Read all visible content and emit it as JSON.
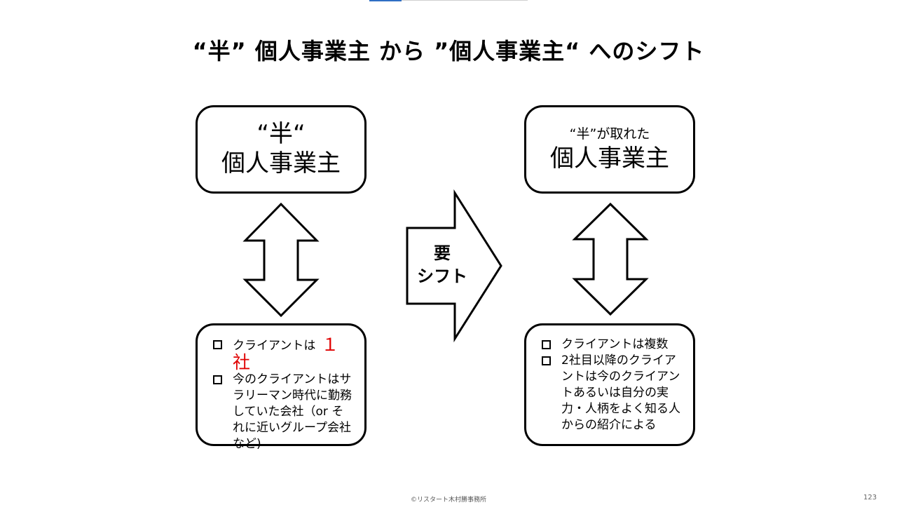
{
  "title": "“半” 個人事業主 から ”個人事業主“ へのシフト",
  "left_top": {
    "line1": "“半“",
    "line2": "個人事業主"
  },
  "right_top": {
    "line1": "“半”が取れた",
    "line2": "個人事業主"
  },
  "left_bottom": {
    "items": [
      {
        "text": "クライアントは",
        "highlight": "１社"
      },
      {
        "text": "今のクライアントはサラリーマン時代に勤務していた会社（or それに近いグループ会社など)"
      }
    ]
  },
  "right_bottom": {
    "items": [
      {
        "text": "クライアントは複数"
      },
      {
        "text": "2社目以降のクライアントは今のクライアントあるいは自分の実力・人柄をよく知る人からの紹介による"
      }
    ]
  },
  "shift_arrow": {
    "line1": "要",
    "line2": "シフト"
  },
  "footer": "©リスタート木村勝事務所",
  "page_number": "123",
  "colors": {
    "highlight": "#e00000",
    "accent_bar": "#2f6fc4"
  },
  "icons": {
    "checkbox": "checkbox-square-icon",
    "double_arrow": "double-arrow-vertical-icon",
    "right_arrow": "arrow-right-icon"
  }
}
